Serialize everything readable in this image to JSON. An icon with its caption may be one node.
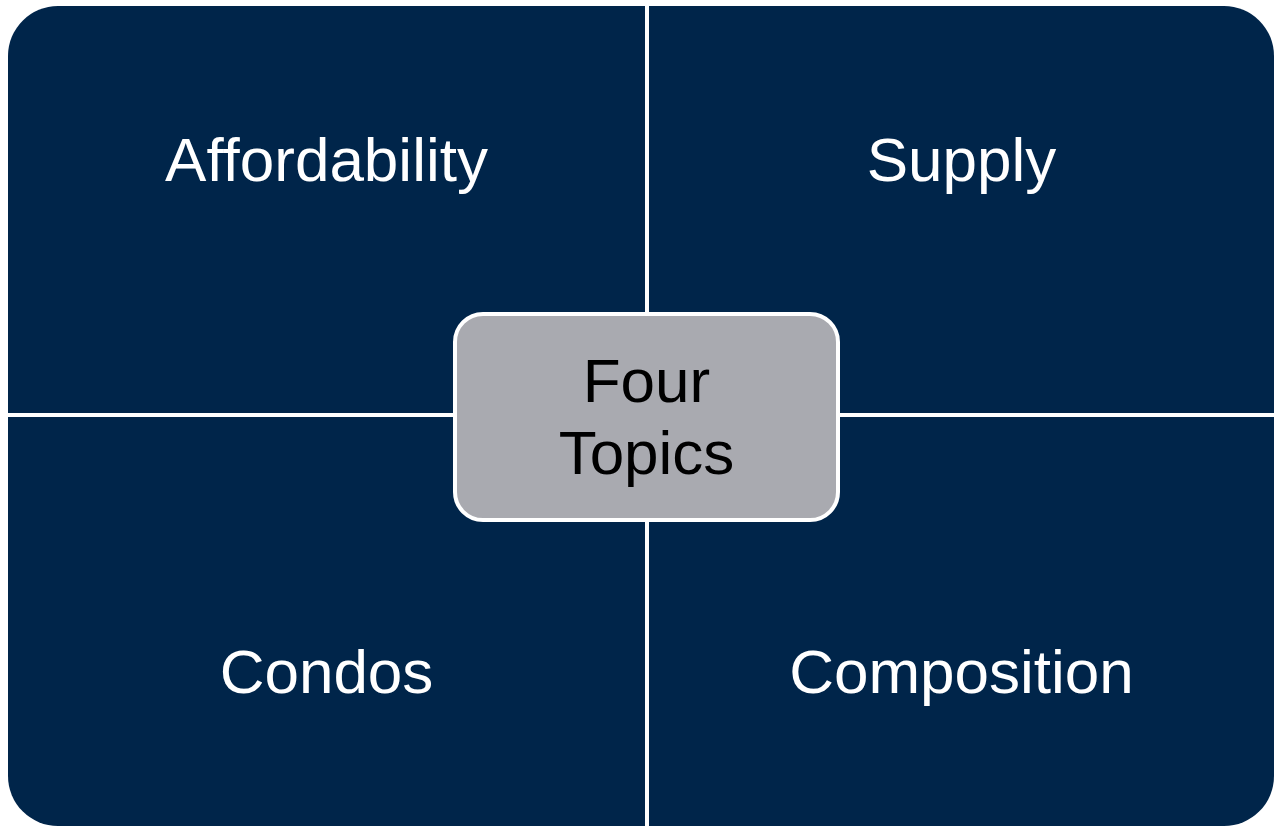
{
  "diagram": {
    "nodes": [
      {
        "text": [
          "Affordability"
        ]
      },
      {
        "text": [
          "Supply"
        ]
      },
      {
        "text": [
          "Four Topics"
        ]
      },
      {
        "text": [
          "Condos"
        ]
      },
      {
        "text": [
          "Composition"
        ]
      }
    ]
  }
}
